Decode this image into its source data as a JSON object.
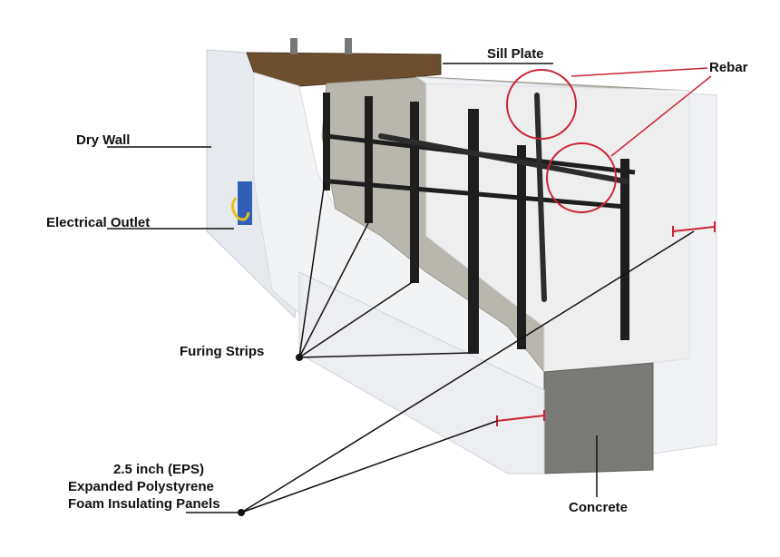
{
  "labels": {
    "sill_plate": "Sill Plate",
    "rebar": "Rebar",
    "dry_wall": "Dry Wall",
    "electrical_outlet": "Electrical Outlet",
    "furing_strips": "Furing Strips",
    "eps_line1": "2.5 inch (EPS)",
    "eps_line2": "Expanded Polystyrene",
    "eps_line3": "Foam Insulating Panels",
    "concrete": "Concrete"
  },
  "colors": {
    "background": "#ffffff",
    "foam": "#f3f4f6",
    "foam_shadow": "#d9dde3",
    "concrete": "#7a7a77",
    "wood": "#6b4f2e",
    "steel": "#1e1e1e",
    "drywall": "#e7eaee",
    "outlet_box": "#2f5fb8",
    "callout_red": "#cc2233",
    "leader_line": "#111111"
  }
}
